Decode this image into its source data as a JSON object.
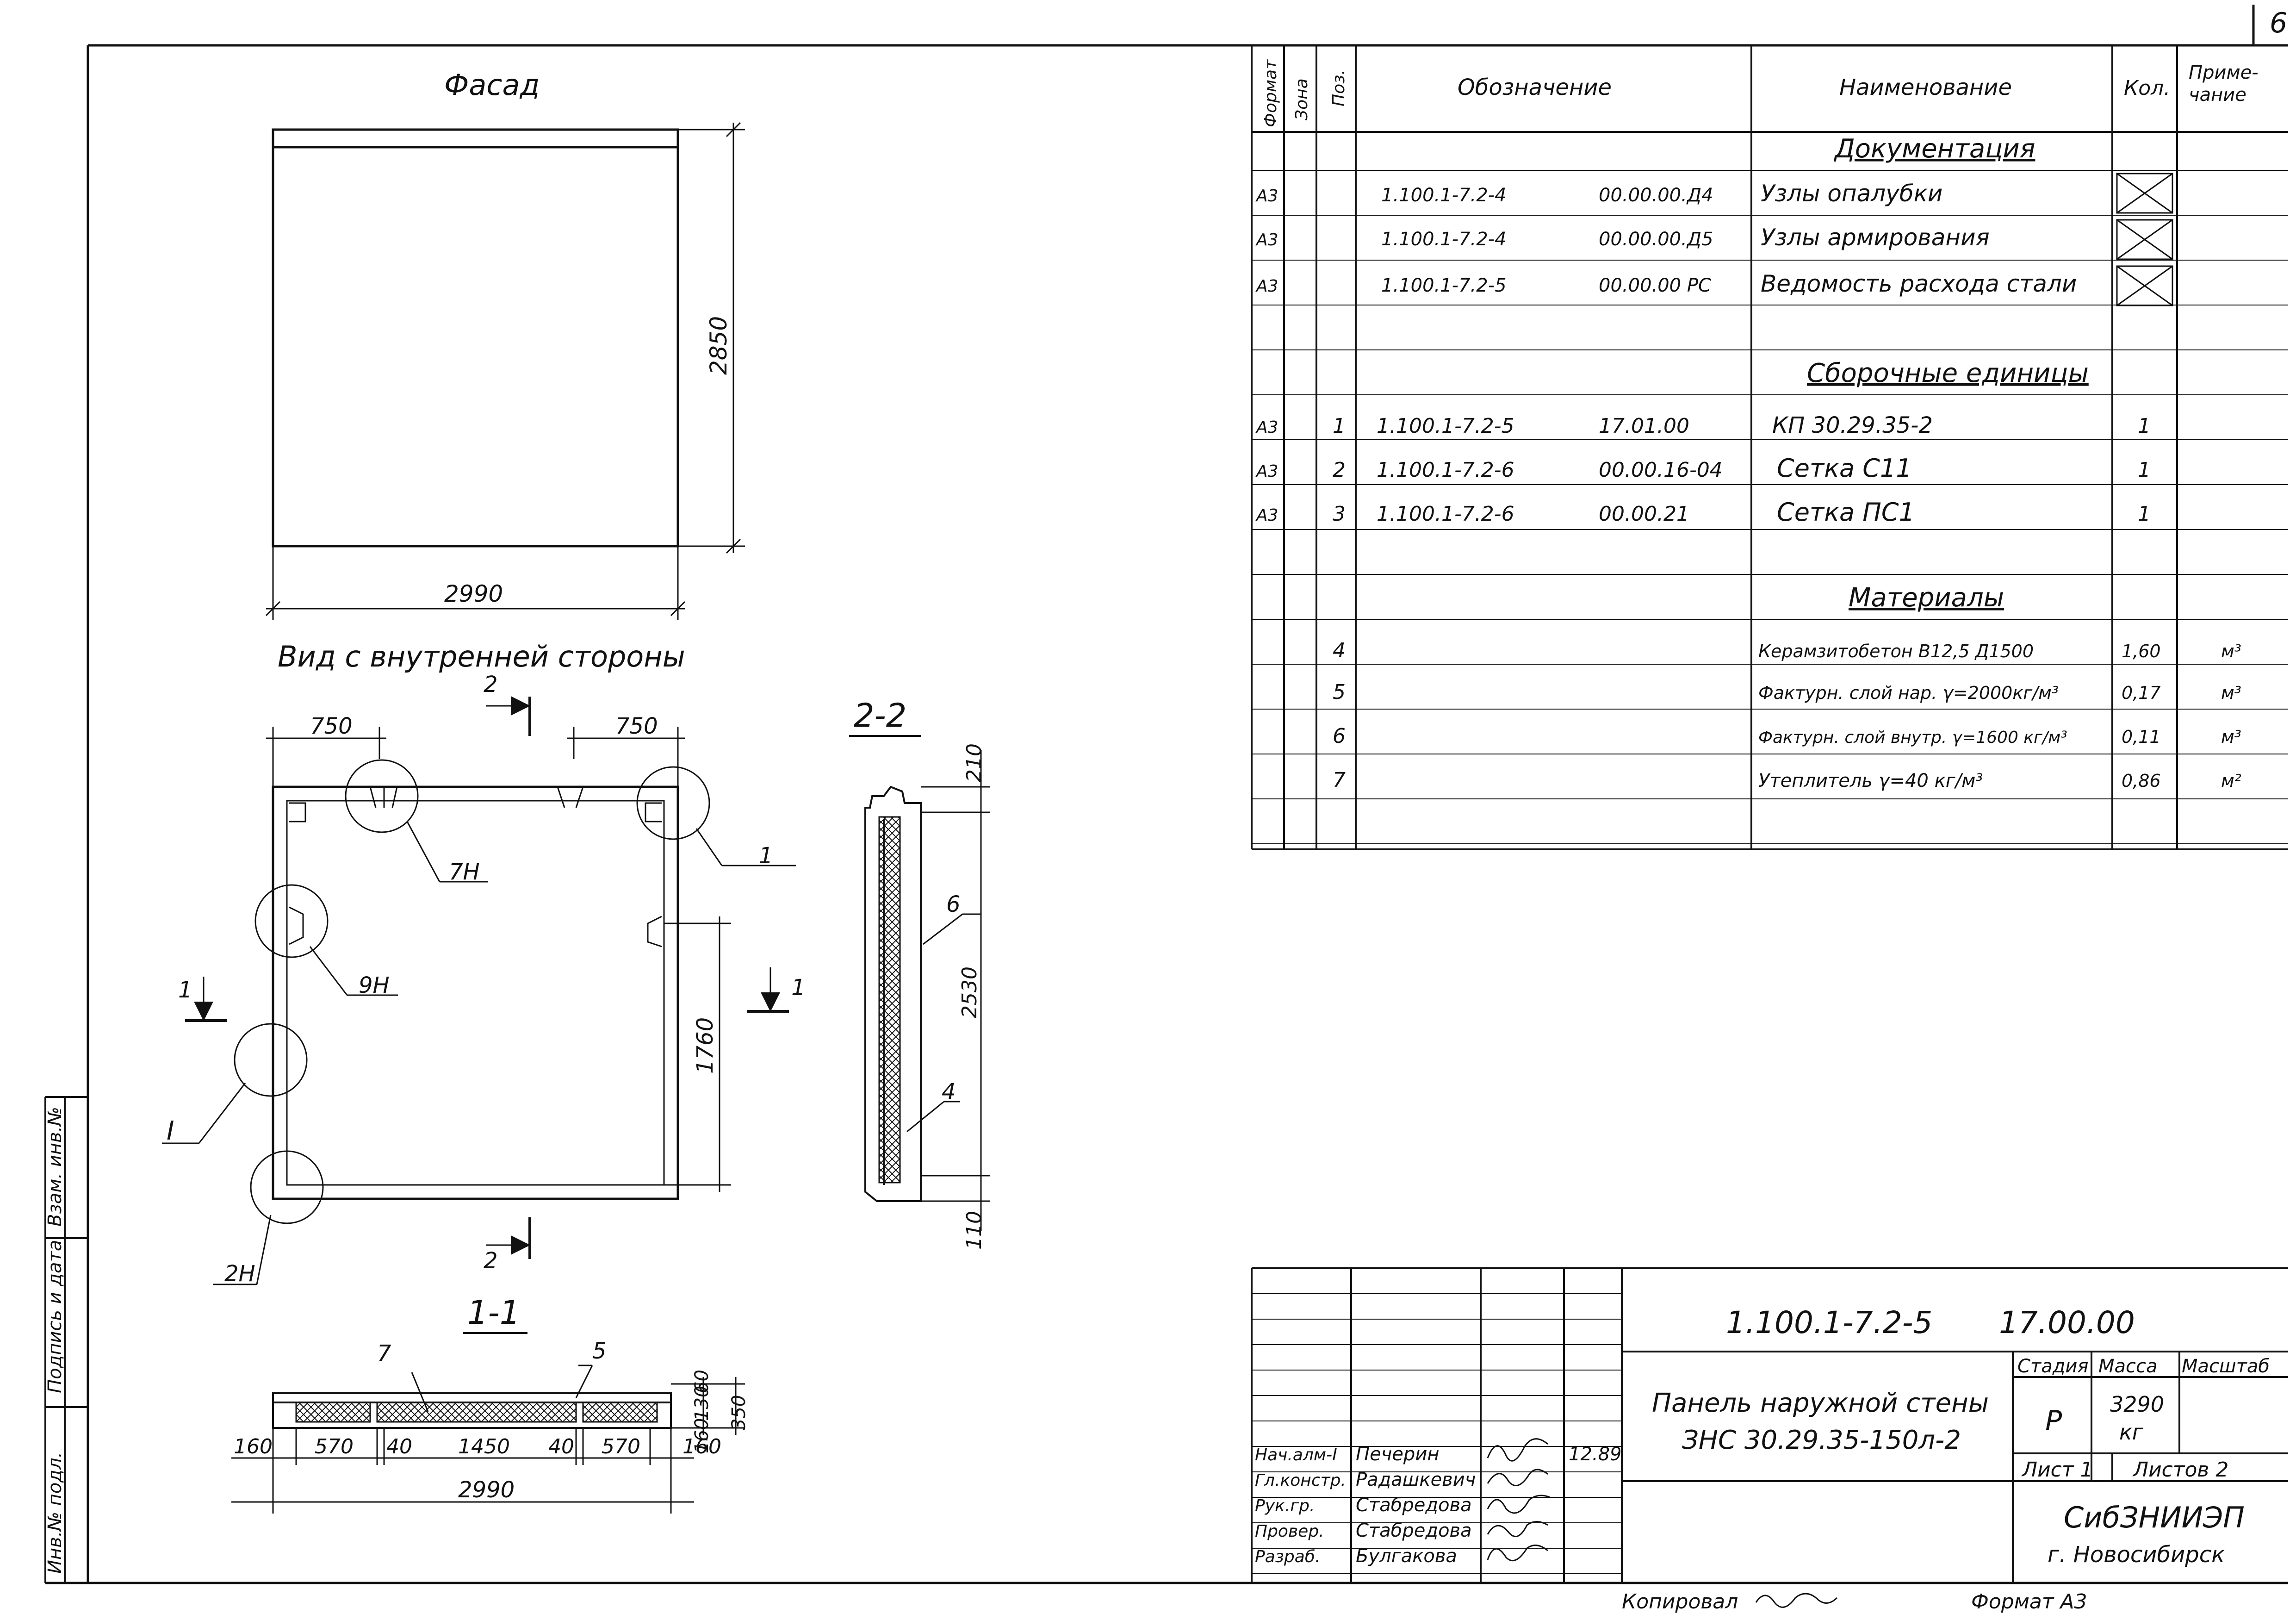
{
  "sheet_number": "6",
  "views": {
    "facade": {
      "title": "Фасад",
      "height_dim": "2850",
      "width_dim": "2990"
    },
    "inner": {
      "title": "Вид с внутренней стороны",
      "dims": {
        "left_top": "750",
        "right_top": "750",
        "height": "1760"
      },
      "callouts": {
        "c1": "1",
        "c7h": "7Н",
        "c9h": "9Н",
        "cI": "I",
        "c2h": "2Н"
      },
      "cuts": {
        "cut1": "1",
        "cut2": "2"
      }
    },
    "section22": {
      "title": "2-2",
      "dims": {
        "top": "210",
        "mid": "2530",
        "bottom": "110"
      },
      "labels": {
        "p6": "6",
        "p4": "4"
      }
    },
    "section11": {
      "title": "1-1",
      "labels": {
        "p7": "7",
        "p5": "5"
      },
      "dims_right": [
        "60",
        "130",
        "160",
        "350"
      ],
      "dims_bottom": [
        "160",
        "570",
        "40",
        "1450",
        "40",
        "570",
        "160"
      ],
      "total": "2990"
    }
  },
  "spec": {
    "headers": {
      "format": "Формат",
      "zone": "Зона",
      "pos": "Поз.",
      "designation": "Обозначение",
      "name": "Наименование",
      "qty": "Кол.",
      "note": "Приме-\nчание"
    },
    "sections": {
      "documentation": "Документация",
      "assemblies": "Сборочные единицы",
      "materials": "Материалы"
    },
    "docs": [
      {
        "format": "А3",
        "code": "1.100.1-7.2-4",
        "sub": "00.00.00.Д4",
        "name": "Узлы опалубки"
      },
      {
        "format": "А3",
        "code": "1.100.1-7.2-4",
        "sub": "00.00.00.Д5",
        "name": "Узлы армирования"
      },
      {
        "format": "А3",
        "code": "1.100.1-7.2-5",
        "sub": "00.00.00 РС",
        "name": "Ведомость расхода стали"
      }
    ],
    "assembly_rows": [
      {
        "format": "А3",
        "pos": "1",
        "code": "1.100.1-7.2-5",
        "sub": "17.01.00",
        "name": "КП 30.29.35-2",
        "qty": "1"
      },
      {
        "format": "А3",
        "pos": "2",
        "code": "1.100.1-7.2-6",
        "sub": "00.00.16-04",
        "name": "Сетка   С11",
        "qty": "1"
      },
      {
        "format": "А3",
        "pos": "3",
        "code": "1.100.1-7.2-6",
        "sub": "00.00.21",
        "name": "Сетка   ПС1",
        "qty": "1"
      }
    ],
    "material_rows": [
      {
        "pos": "4",
        "name": "Керамзитобетон В12,5 Д1500",
        "qty": "1,60",
        "note": "м³"
      },
      {
        "pos": "5",
        "name": "Фактурн. слой нар. γ=2000кг/м³",
        "qty": "0,17",
        "note": "м³"
      },
      {
        "pos": "6",
        "name": "Фактурн. слой внутр. γ=1600 кг/м³",
        "qty": "0,11",
        "note": "м³"
      },
      {
        "pos": "7",
        "name": "Утеплитель γ=40 кг/м³",
        "qty": "0,86",
        "note": "м²"
      }
    ]
  },
  "title_block": {
    "doc_code": "1.100.1-7.2-5",
    "doc_sub": "17.00.00",
    "title_line1": "Панель наружной стены",
    "title_line2": "ЗНС 30.29.35-150л-2",
    "stage_label": "Стадия",
    "mass_label": "Масса",
    "scale_label": "Масштаб",
    "stage_value": "Р",
    "mass_value": "3290",
    "mass_unit": "кг",
    "sheet_label": "Лист 1",
    "sheets_label": "Листов 2",
    "org_line1": "СибЗНИИЭП",
    "org_line2": "г. Новосибирск",
    "date": "12.89",
    "people": [
      {
        "role": "Нач.алм-I",
        "name": "Печерин"
      },
      {
        "role": "Гл.констр.",
        "name": "Радашкевич"
      },
      {
        "role": "Рук.гр.",
        "name": "Стабредова"
      },
      {
        "role": "Провер.",
        "name": "Стабредова"
      },
      {
        "role": "Разраб.",
        "name": "Булгакова"
      }
    ]
  },
  "footer": {
    "copied": "Копировал",
    "format": "Формат А3"
  },
  "side_stamp": {
    "inv_replace": "Взам. инв.№",
    "sign_date": "Подпись и дата",
    "inv_orig": "Инв.№ подл."
  }
}
